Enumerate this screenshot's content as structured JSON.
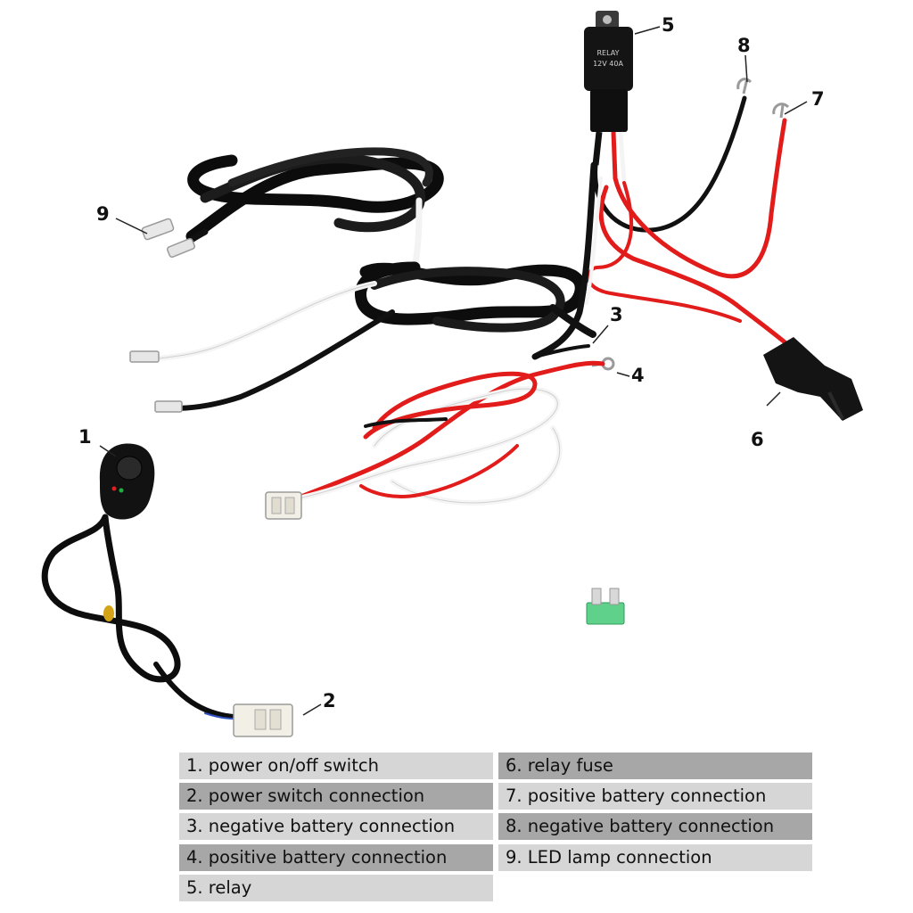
{
  "callouts": {
    "n1": "1",
    "n2": "2",
    "n3": "3",
    "n4": "4",
    "n5": "5",
    "n6": "6",
    "n7": "7",
    "n8": "8",
    "n9": "9"
  },
  "relay_text": {
    "line1": "RELAY",
    "line2": "12V 40A"
  },
  "legend": {
    "items": [
      "1. power on/off switch",
      "2. power switch connection",
      "3. negative battery connection",
      "4. positive battery connection",
      "5. relay",
      "6. relay fuse",
      "7. positive battery connection",
      "8. negative battery connection",
      "9. LED lamp connection"
    ]
  },
  "colors": {
    "wire_black": "#111111",
    "wire_red": "#e21b1b",
    "wire_white": "#f4f4f4",
    "fuse_green": "#5fd18a",
    "legend_dark": "#a7a7a7",
    "legend_light": "#d6d6d6"
  }
}
